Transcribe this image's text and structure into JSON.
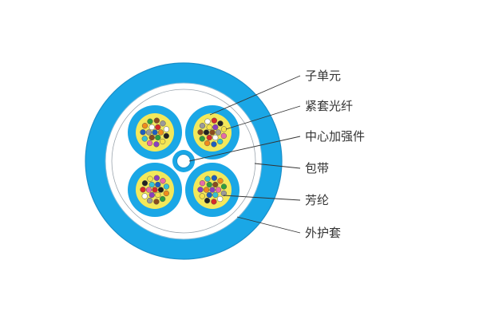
{
  "colors": {
    "outer_jacket": "#1aa7e6",
    "outer_jacket_edge": "#1b8fc9",
    "tape_ring": "#ffffff",
    "subunit_jacket": "#1aa7e6",
    "aramid_fill": "#f3e85a",
    "label_text": "#333333",
    "leader_line": "#333333"
  },
  "labels": {
    "subunit": "子单元",
    "tight_buffer_fiber": "紧套光纤",
    "central_strength_member": "中心加强件",
    "binder_tape": "包带",
    "aramid_yarn": "芳纶",
    "outer_sheath": "外护套"
  },
  "fiber_colors": [
    "#1f5fbf",
    "#f08a1c",
    "#2e9e3e",
    "#8a4b1f",
    "#9a9a9a",
    "#ffffff",
    "#d62a2a",
    "#222222",
    "#f5e24a",
    "#8a3fbf",
    "#e86aa8",
    "#35c2d4"
  ],
  "subunit_count": 4
}
